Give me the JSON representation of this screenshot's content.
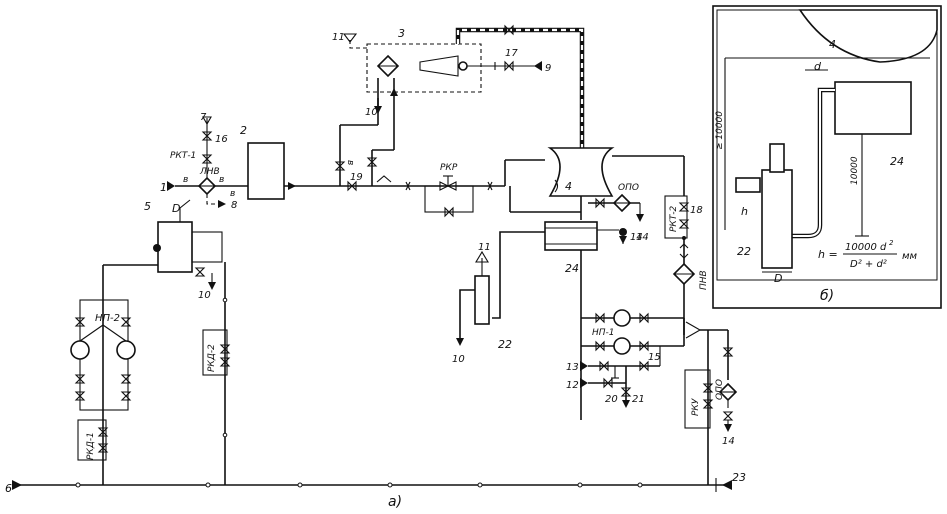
{
  "labels": {
    "a": "а)",
    "b": "б)",
    "n1": "1",
    "n2": "2",
    "n3": "3",
    "n4": "4",
    "n5": "5",
    "n6": "6",
    "n7": "7",
    "n8a": "8",
    "n9": "9",
    "n10a": "10",
    "n10b": "10",
    "n10c": "10",
    "n11": "11",
    "n12": "12",
    "n13": "13",
    "n14a": "14",
    "n14b": "14",
    "n15": "15",
    "n16": "16",
    "n17": "17",
    "n18": "18",
    "n19": "19",
    "n20": "20",
    "n21": "21",
    "n22": "22",
    "n23": "23",
    "n24": "24",
    "v1": "в",
    "v2": "в",
    "v3": "в",
    "v4": "в",
    "rkt1": "РКТ-1",
    "lnv": "ЛНВ",
    "rkp": "РКР",
    "opo1": "ОПО",
    "opo2": "ОПО",
    "rkt2": "РКТ-2",
    "pnv": "ПНВ",
    "np2": "НП-2",
    "np1": "НП-1",
    "rkd2": "РКД-2",
    "rkd1": "РКД-1",
    "rku": "РКУ",
    "d_label": "D",
    "inset": {
      "n4": "4",
      "n22": "22",
      "n24": "24",
      "d": "d",
      "D": "D",
      "h": "h",
      "dim1": "≥ 10000",
      "dim2": "10000",
      "formula_left": "h =",
      "formula_num": "10000 d",
      "formula_exp": "2",
      "formula_den": "D² + d²",
      "formula_unit": "мм"
    }
  }
}
